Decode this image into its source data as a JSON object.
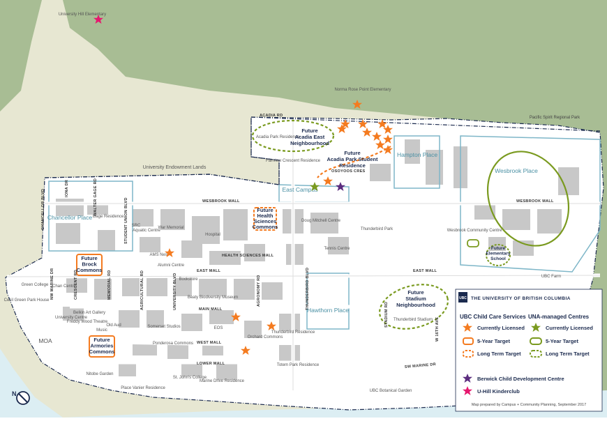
{
  "colors": {
    "ubc_orange": "#f47b20",
    "una_green": "#7a9a1f",
    "berwick_purple": "#5c2d7f",
    "uhill_pink": "#e6186e",
    "forest": "#a8bd94",
    "lands": "#e7e7d2",
    "water": "#dceef3",
    "building": "#c8c8c8",
    "road": "#ffffff"
  },
  "places": {
    "university_hill_elementary": "University Hill Elementary",
    "norma_rose": "Norma Rose Point Elementary",
    "pacific_spirit": "Pacific Spirit Regional Park",
    "endowment_lands": "University Endowment Lands",
    "acadia_park_residence": "Acadia Park Residence",
    "fairview": "Fairview Crescent Residence",
    "hampton": "Hampton Place",
    "east_campus": "East Campus",
    "wesbrook": "Wesbrook Place",
    "chancellor": "Chancellor Place",
    "gage": "Gage Residence",
    "src": "SRC",
    "aquatic": "Aquatic Centre",
    "war_memorial": "War Memorial",
    "hospital": "Hospital",
    "doug_mitchell": "Doug Mitchell Centre",
    "thunderbird_park": "Thunderbird Park",
    "tennis": "Tennis Centre",
    "wesbrook_cc": "Wesbrook Community Centre",
    "ams_nest": "AMS Nest",
    "alumni": "Alumni Centre",
    "green_college": "Green College",
    "cecil_green": "Cecil Green Park House",
    "chan": "Chan Centre",
    "belkin": "Belkin Art Gallery",
    "freddy_wood": "Freddy Wood Theatre",
    "university_centre": "University Centre",
    "music": "Music",
    "old_aud": "Old Aud",
    "bookstore": "Bookstore",
    "beaty": "Beaty Biodiversity Museum",
    "ubc_farm": "UBC Farm",
    "hawthorn": "Hawthorn Place",
    "thunderbird_stadium": "Thunderbird Stadium",
    "somerset": "Somerset Studios",
    "eos": "EOS",
    "orchard": "Orchard Commons",
    "thunderbird_res": "Thunderbird Residence",
    "ponderosa": "Ponderosa Commons",
    "moa": "MOA",
    "nitobe": "Nitobe Garden",
    "place_vanier": "Place Vanier Residence",
    "st_johns": "St. John's College",
    "marine_drive": "Marine Drive Residence",
    "totem": "Totem Park Residence",
    "botanical": "UBC Botanical Garden"
  },
  "roads": {
    "acadia": "ACADIA RD",
    "osoyoos": "OSOYOOS CRES",
    "wesbrook_mall": "WESBROOK MALL",
    "wesbrook_mall_2": "WESBROOK MALL",
    "health_sciences": "HEALTH SCIENCES MALL",
    "east_mall": "EAST MALL",
    "east_mall_2": "EAST MALL",
    "main_mall": "MAIN MALL",
    "west_mall": "WEST MALL",
    "lower_mall": "LOWER MALL",
    "sw_marine": "SW MARINE DR",
    "w16": "W 16TH AVE",
    "stadium": "STADIUM RD",
    "thunderbird_blvd": "THUNDERBIRD BLVD",
    "agronomy": "AGRONOMY RD",
    "university_blvd": "UNIVERSITY BLVD",
    "agricultural": "AGRICULTURAL RD",
    "memorial": "MEMORIAL RD",
    "crescent": "CRESCENT RD",
    "nw_marine": "NW MARINE DR",
    "chancellor_blvd": "CHANCELLOR BLVD",
    "iona": "IONA DR",
    "walter_gage": "WALTER GAGE RD",
    "student_union": "STUDENT UNION BLVD"
  },
  "future": {
    "acadia_east": [
      "Future",
      "Acadia East",
      "Neighbourhood"
    ],
    "acadia_student": [
      "Future",
      "Acadia Park Student",
      "Residence"
    ],
    "health_sciences": [
      "Future",
      "Health",
      "Sciences",
      "Commons"
    ],
    "brock": [
      "Future",
      "Brock",
      "Commons"
    ],
    "armories": [
      "Future",
      "Armories",
      "Commons"
    ],
    "stadium": [
      "Future",
      "Stadium",
      "Neighbourhood"
    ],
    "elementary": [
      "Future",
      "Elementary",
      "School"
    ]
  },
  "legend": {
    "title": "THE UNIVERSITY OF BRITISH COLUMBIA",
    "logo": "UBC",
    "ubc_heading": "UBC Child Care Services",
    "una_heading": "UNA-managed Centres",
    "currently_licensed": "Currently Licensed",
    "five_year": "5-Year Target",
    "long_term": "Long Term Target",
    "berwick": "Berwick Child Development Centre",
    "uhill": "U-Hill Kinderclub",
    "credit": "Map prepared by Campus + Community Planning, September 2017"
  },
  "compass": "N"
}
